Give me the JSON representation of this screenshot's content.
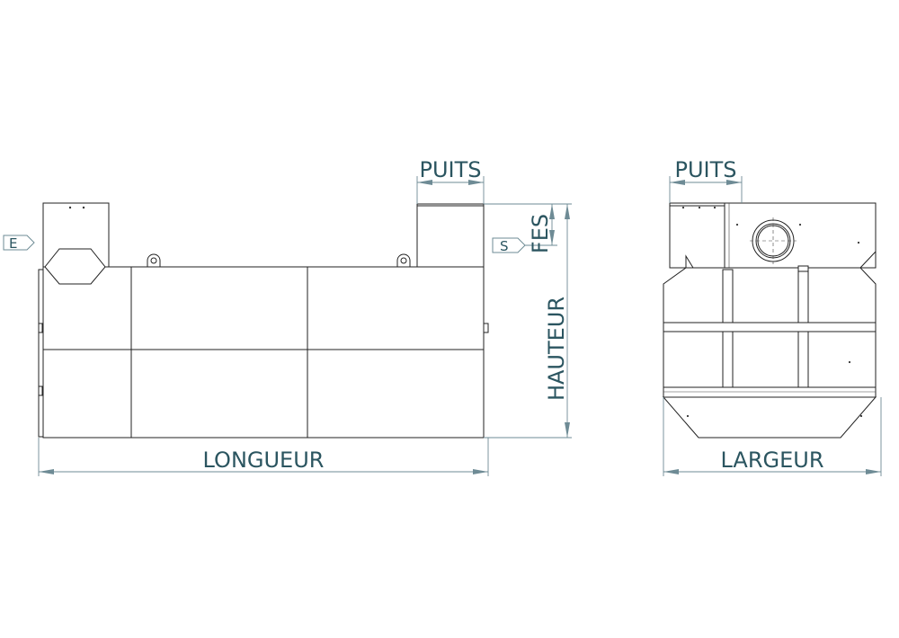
{
  "labels": {
    "longueur": "LONGUEUR",
    "hauteur": "HAUTEUR",
    "fes": "FES",
    "puits_front": "PUITS",
    "puits_side": "PUITS",
    "largeur": "LARGEUR",
    "inlet": "E",
    "outlet": "S"
  },
  "colors": {
    "line": "#222222",
    "dimension": "#6e8b95",
    "dimension_text": "#2b5560",
    "background": "#ffffff"
  }
}
